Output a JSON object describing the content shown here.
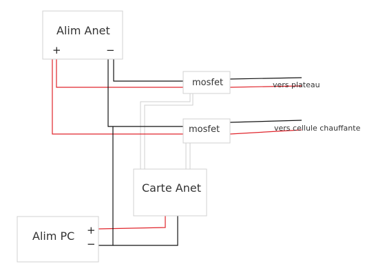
{
  "components": {
    "alim_anet": {
      "label": "Alim Anet",
      "plus": "+",
      "minus": "−"
    },
    "mosfet_top": {
      "label": "mosfet"
    },
    "mosfet_bottom": {
      "label": "mosfet"
    },
    "carte_anet": {
      "label": "Carte Anet"
    },
    "alim_pc": {
      "label": "Alim PC",
      "plus": "+",
      "minus": "−"
    }
  },
  "outputs": {
    "plateau": "vers plateau",
    "cellule": "vers cellule chauffante"
  },
  "colors": {
    "positive_wire": "#e0232a",
    "negative_wire": "#111111",
    "signal_wire": "#cfcfcf",
    "box_border": "#d0d0d0"
  }
}
